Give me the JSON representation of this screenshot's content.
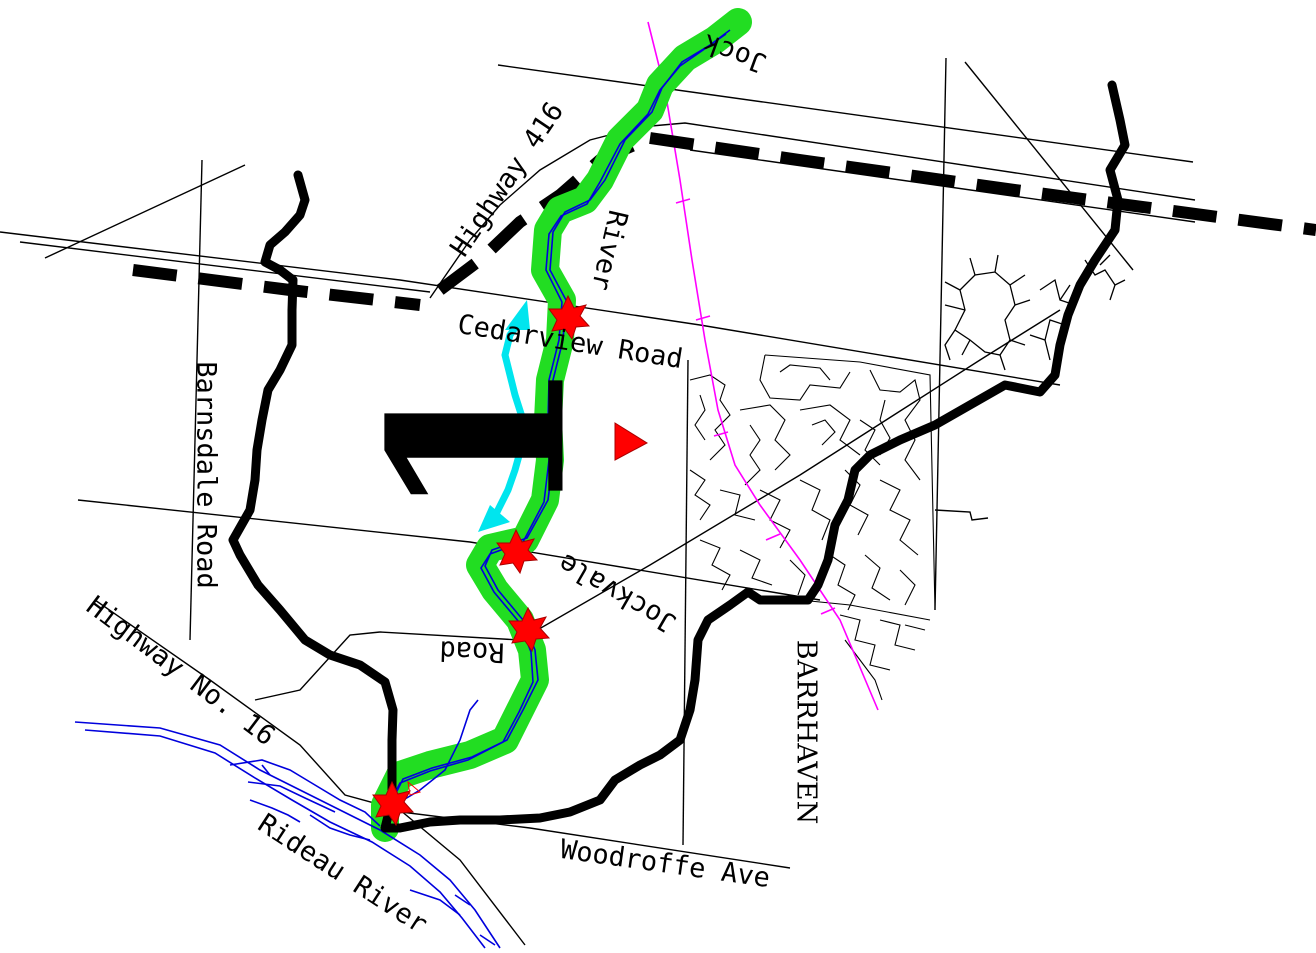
{
  "map": {
    "area_number": "1",
    "labels": {
      "jock": "Jock",
      "river": "River",
      "highway_416": "Highway 416",
      "cedarview": "Cedarview Road",
      "barnsdale": "Barnsdale Road",
      "jockvale": "Jockvale",
      "road": "Road",
      "highway_16": "Highway No. 16",
      "rideau": "Rideau River",
      "woodroffe": "Woodroffe Ave",
      "barrhaven": "BARRHAVEN"
    },
    "colors": {
      "river_corridor": "#22dd22",
      "water": "#0000dd",
      "boundary": "#000000",
      "rail": "#ff00ff",
      "arrow": "#00e5ee",
      "marker": "#ff0000"
    },
    "markers": [
      "star",
      "star",
      "star",
      "star"
    ]
  }
}
